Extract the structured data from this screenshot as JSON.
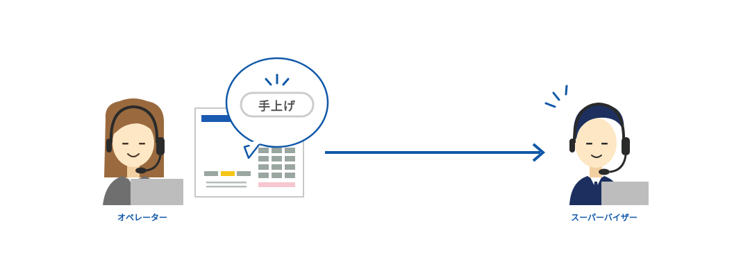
{
  "operator": {
    "label": "オペレーター"
  },
  "supervisor": {
    "label": "スーパーバイザー"
  },
  "bubble": {
    "text": "手上げ"
  },
  "colors": {
    "accent": "#1058a8",
    "hair_operator": "#9a6a3e",
    "hair_supervisor": "#1c2f5e",
    "skin": "#fde7c5",
    "laptop": "#bdbdbd",
    "doc_header": "#1a5bb0",
    "doc_yellow": "#f5c518",
    "doc_pink": "#f7c6d0",
    "doc_gray": "#9aa6a0"
  }
}
